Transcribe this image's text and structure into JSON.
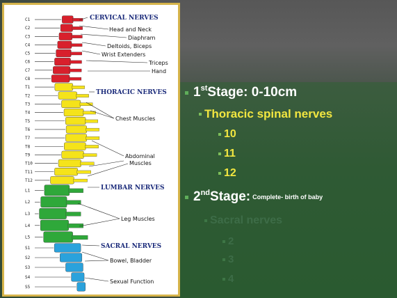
{
  "spine_figure": {
    "nerve_groups": {
      "cervical": "CERVICAL NERVES",
      "thoracic": "THORACIC NERVES",
      "lumbar": "LUMBAR NERVES",
      "sacral": "SACRAL NERVES"
    },
    "functions": {
      "head_neck": "Head and Neck",
      "diaphram": "Diaphram",
      "deltoids_biceps": "Deltoids, Biceps",
      "wrist_extenders": "Wrist Extenders",
      "triceps": "Triceps",
      "hand": "Hand",
      "chest": "Chest Muscles",
      "abdominal_1": "Abdominal",
      "abdominal_2": "Muscles",
      "leg": "Leg Muscles",
      "bowel": "Bowel, Bladder",
      "sexual": "Sexual Function"
    },
    "vertebrae": {
      "cervical": [
        "C1",
        "C2",
        "C3",
        "C4",
        "C5",
        "C6",
        "C7",
        "C8"
      ],
      "thoracic": [
        "T1",
        "T2",
        "T3",
        "T4",
        "T5",
        "T6",
        "T7",
        "T8",
        "T9",
        "T10",
        "T11",
        "T12"
      ],
      "lumbar": [
        "L1",
        "L2",
        "L3",
        "L4",
        "L5"
      ],
      "sacral": [
        "S1",
        "S2",
        "S3",
        "S4",
        "S5"
      ]
    },
    "colors": {
      "cervical": "#d8202c",
      "thoracic": "#f5e31a",
      "lumbar": "#2fa83a",
      "sacral": "#2aa2dc",
      "border": "#d6b44a"
    }
  },
  "bullets": {
    "stage1_pre": "1",
    "stage1_sup": "st",
    "stage1_post": " Stage: 0-10cm",
    "thoracic": "Thoracic spinal nerves",
    "n10": "10",
    "n11": "11",
    "n12": "12",
    "stage2_pre": "2",
    "stage2_sup": "nd",
    "stage2_post": " Stage:",
    "stage2_note": "Complete- birth of baby",
    "sacral": "Sacral nerves",
    "n2": "2",
    "n3": "3",
    "n4": "4"
  }
}
